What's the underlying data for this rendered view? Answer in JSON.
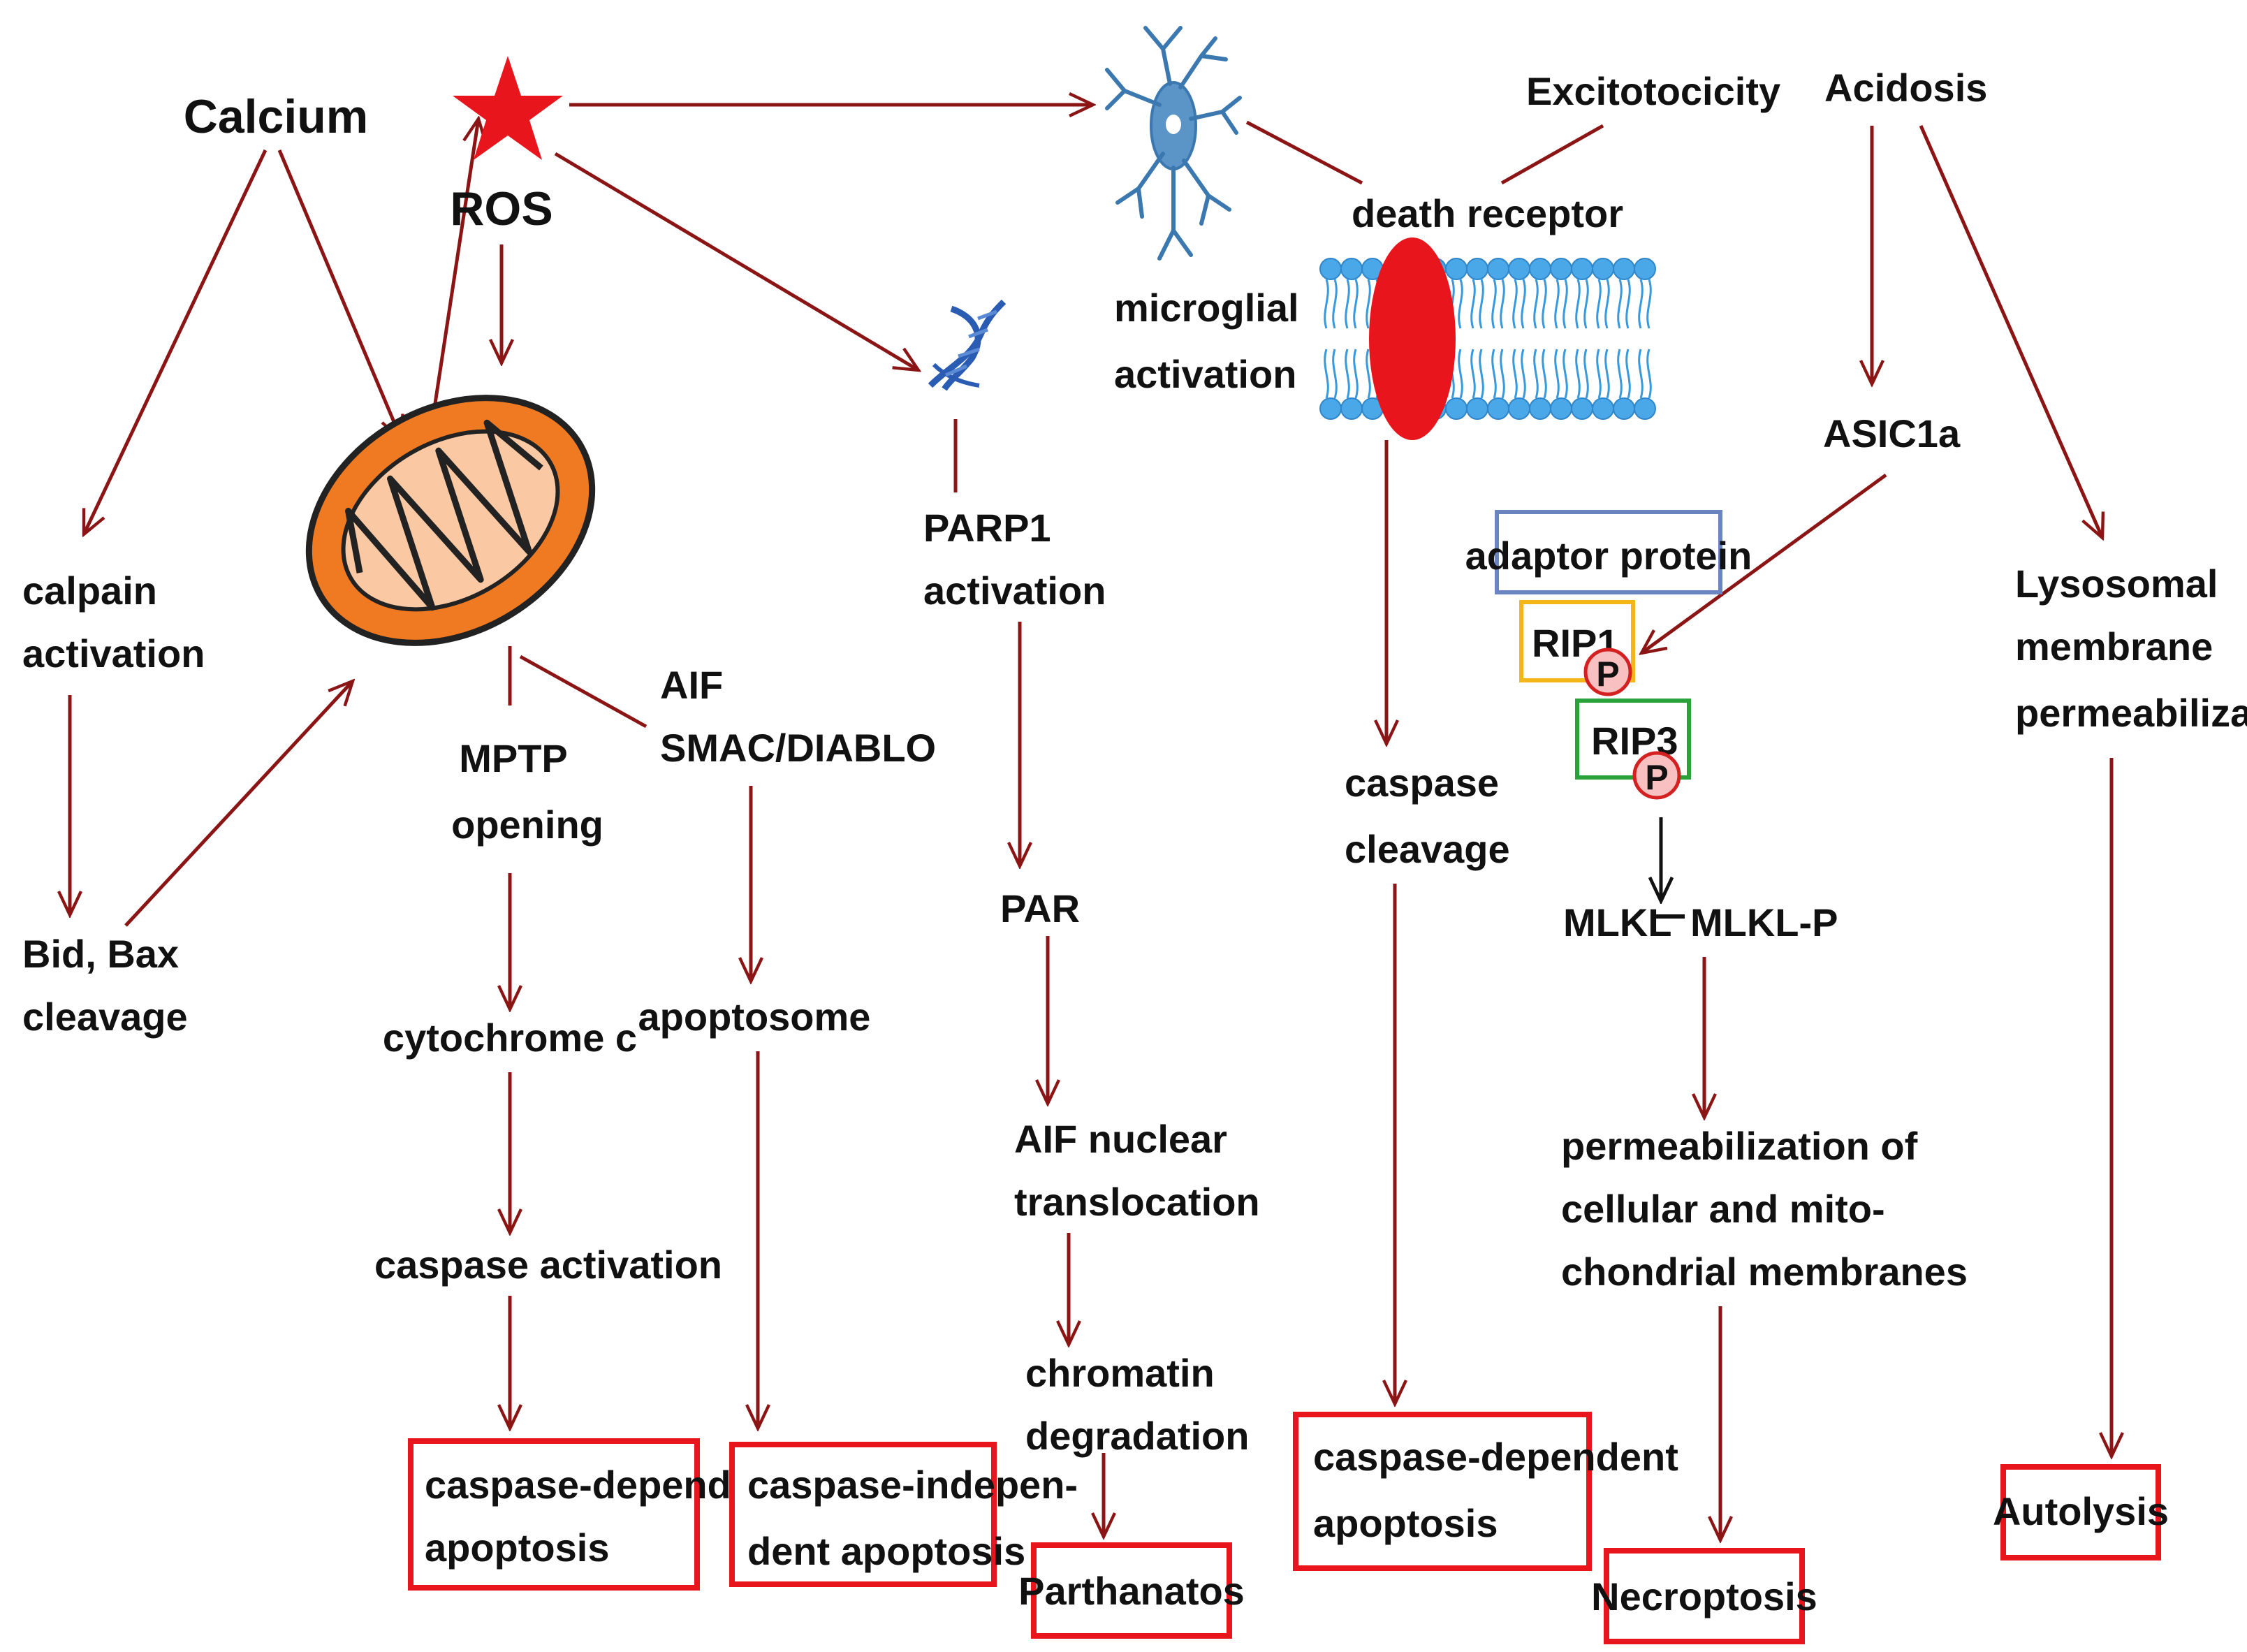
{
  "colors": {
    "arrow": "#8b1515",
    "outcome_border": "#e8161c",
    "ros_star": "#e8161c",
    "mito_outer": "#f07a22",
    "mito_inner": "#fac9a4",
    "mito_stroke": "#222222",
    "membrane_head": "#4aa8e8",
    "receptor": "#e8161c",
    "adaptor_border": "#6a85c0",
    "rip1_border": "#f2b619",
    "rip3_border": "#2aa23a",
    "phospho_fill": "#f8c0c0",
    "phospho_stroke": "#d42020",
    "dna": "#2a5cb4",
    "neuron": "#3c78b0"
  },
  "icons": {
    "ros": "star-icon",
    "mitochondrion": "mitochondrion-icon",
    "dna": "dna-icon",
    "microglia": "microglia-icon",
    "membrane": "cell-membrane-icon"
  },
  "labels": {
    "calcium": "Calcium",
    "ros": "ROS",
    "calpain_1": "calpain",
    "calpain_2": "activation",
    "bid_1": "Bid, Bax",
    "bid_2": "cleavage",
    "mptp_1": "MPTP",
    "mptp_2": "opening",
    "aif_1": "AIF",
    "aif_2": "SMAC/DIABLO",
    "cytochrome": "cytochrome c",
    "apoptosome": "apoptosome",
    "caspase_activation": "caspase activation",
    "parp1_1": "PARP1",
    "parp1_2": "activation",
    "par": "PAR",
    "aif_nuclear_1": "AIF nuclear",
    "aif_nuclear_2": "translocation",
    "chromatin_1": "chromatin",
    "chromatin_2": "degradation",
    "microglial_1": "microglial",
    "microglial_2": "activation",
    "excitotoxicity": "Excitotocicity",
    "death_receptor": "death receptor",
    "caspase_cleavage_1": "caspase",
    "caspase_cleavage_2": "cleavage",
    "acidosis": "Acidosis",
    "asic1a": "ASIC1a",
    "adaptor": "adaptor protein",
    "rip1": "RIP1",
    "rip3": "RIP3",
    "phospho_1": "P",
    "phospho_2": "P",
    "mlkl": "MLKL",
    "mlkl_p": "MLKL-P",
    "perm_1": "permeabilization of",
    "perm_2": "cellular and mito-",
    "perm_3": "chondrial membranes",
    "lyso_1": "Lysosomal",
    "lyso_2": "membrane",
    "lyso_3": "permeabilization"
  },
  "outcomes": {
    "caspase_dep_1_a": "caspase-dependent",
    "caspase_dep_1_b": "apoptosis",
    "caspase_indep_a": "caspase-indepen-",
    "caspase_indep_b": "dent apoptosis",
    "parthanatos": "Parthanatos",
    "caspase_dep_2_a": "caspase-dependent",
    "caspase_dep_2_b": "apoptosis",
    "necroptosis": "Necroptosis",
    "autolysis": "Autolysis"
  }
}
